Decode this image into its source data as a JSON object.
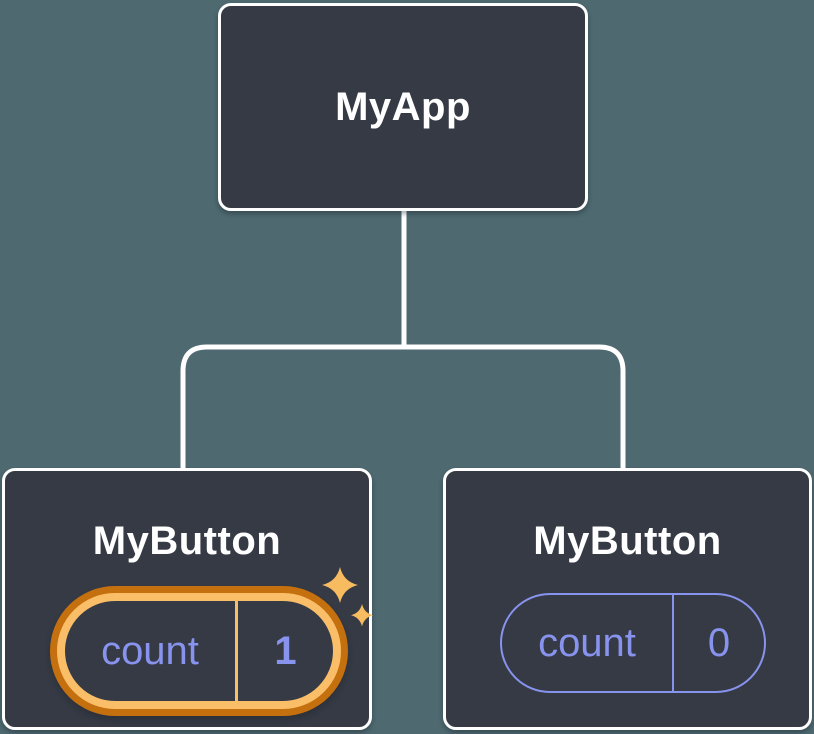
{
  "diagram": {
    "description": "React component tree diagram: root component with two button children holding independent state",
    "tree": {
      "root": {
        "label": "MyApp"
      },
      "children": [
        {
          "label": "MyButton",
          "state": {
            "name": "count",
            "value": "1"
          },
          "highlighted": true
        },
        {
          "label": "MyButton",
          "state": {
            "name": "count",
            "value": "0"
          },
          "highlighted": false
        }
      ]
    },
    "colors": {
      "background": "#4e6970",
      "node_fill": "#353a45",
      "node_border": "#ffffff",
      "connector": "#ffffff",
      "label_text": "#ffffff",
      "state_accent": "#8893ee",
      "highlight_ring_outer": "#c5700e",
      "highlight_ring_inner": "#fabe68",
      "sparkle": "#f7bb60"
    }
  }
}
